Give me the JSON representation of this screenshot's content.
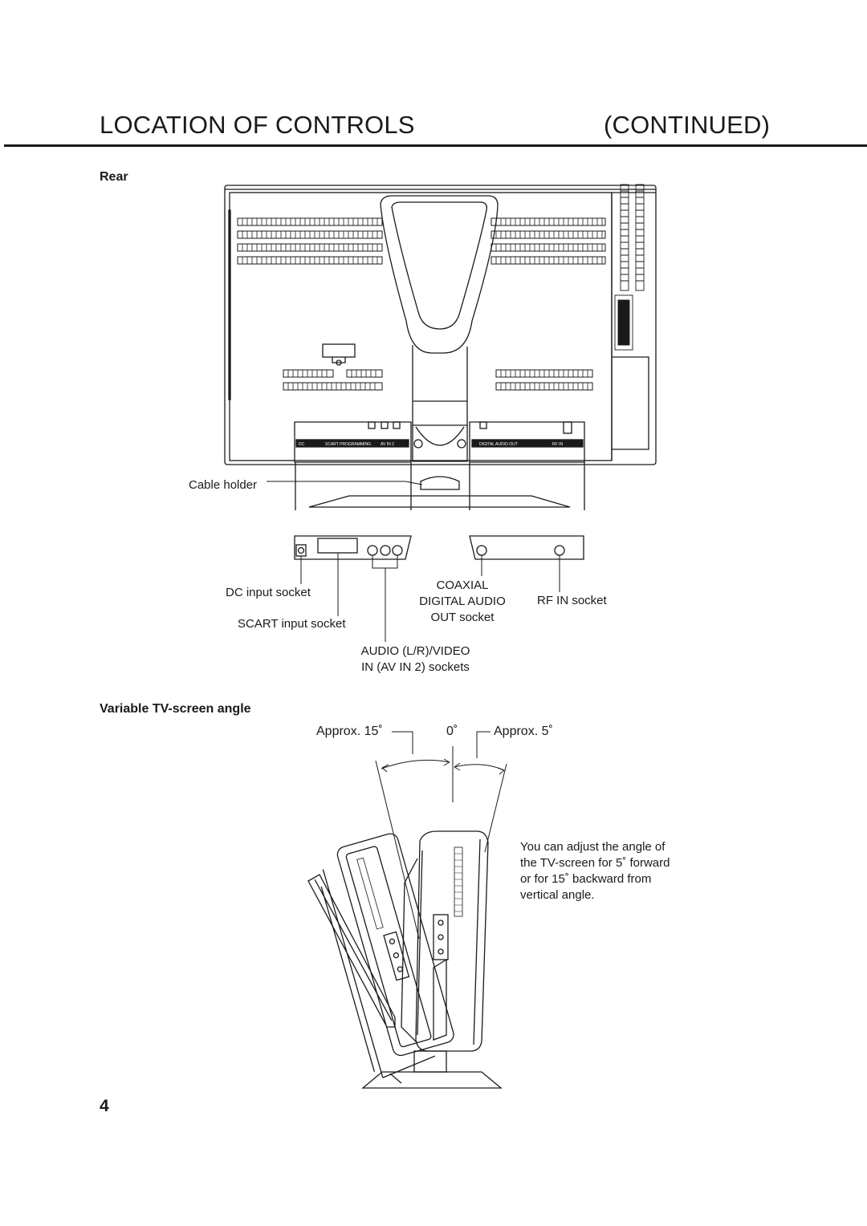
{
  "header": {
    "title": "LOCATION OF CONTROLS",
    "continued": "(CONTINUED)"
  },
  "rear": {
    "heading": "Rear",
    "labels": {
      "cable_holder": "Cable holder",
      "dc_input": "DC input socket",
      "scart_input": "SCART input socket",
      "coaxial": [
        "COAXIAL",
        "DIGITAL AUDIO",
        "OUT socket"
      ],
      "rf_in": "RF IN socket",
      "audio_video": [
        "AUDIO (L/R)/VIDEO",
        "IN (AV IN 2) sockets"
      ]
    },
    "panel_text": {
      "dc": "DC",
      "scart": "SCART PROGRAMMING",
      "av": "AV IN 2",
      "digital": "DIGITAL AUDIO OUT",
      "rf": "RF IN"
    }
  },
  "angle": {
    "heading": "Variable TV-screen angle",
    "backward": "Approx. 15˚",
    "zero": "0˚",
    "forward": "Approx. 5˚",
    "note": [
      "You can adjust the angle of",
      "the TV-screen for 5˚ forward",
      "or for 15˚ backward from",
      "vertical angle."
    ]
  },
  "page_number": "4"
}
